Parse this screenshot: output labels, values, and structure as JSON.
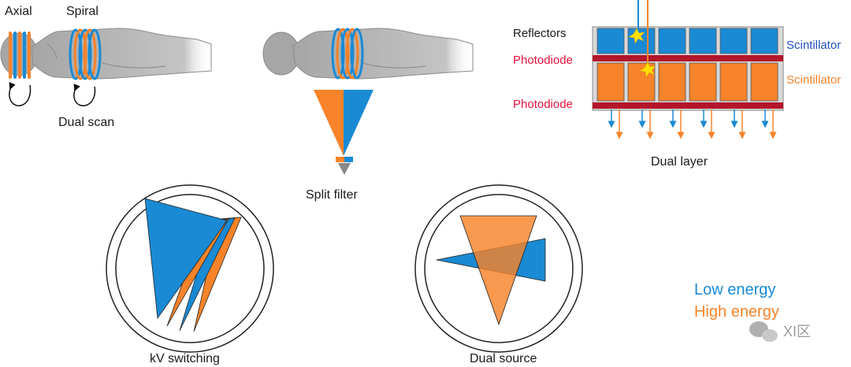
{
  "labels": {
    "axial": "Axial",
    "spiral": "Spiral",
    "dual_scan": "Dual scan",
    "split_filter": "Split filter",
    "kv_switching": "kV switching",
    "dual_source": "Dual source",
    "dual_layer": "Dual layer",
    "reflectors": "Reflectors",
    "photodiode_top": "Photodiode",
    "photodiode_bottom": "Photodiode",
    "scintillator_top": "Scintillator",
    "scintillator_bottom": "Scintillator"
  },
  "legend": {
    "low": "Low energy",
    "high": "High energy"
  },
  "watermark": "XI区",
  "colors": {
    "low_energy": "#1a8ad4",
    "high_energy": "#f7832a",
    "photodiode_red": "#e8123c",
    "scintillator_blue_text": "#1f4fbf",
    "body_gray": "#a6a6a6"
  }
}
